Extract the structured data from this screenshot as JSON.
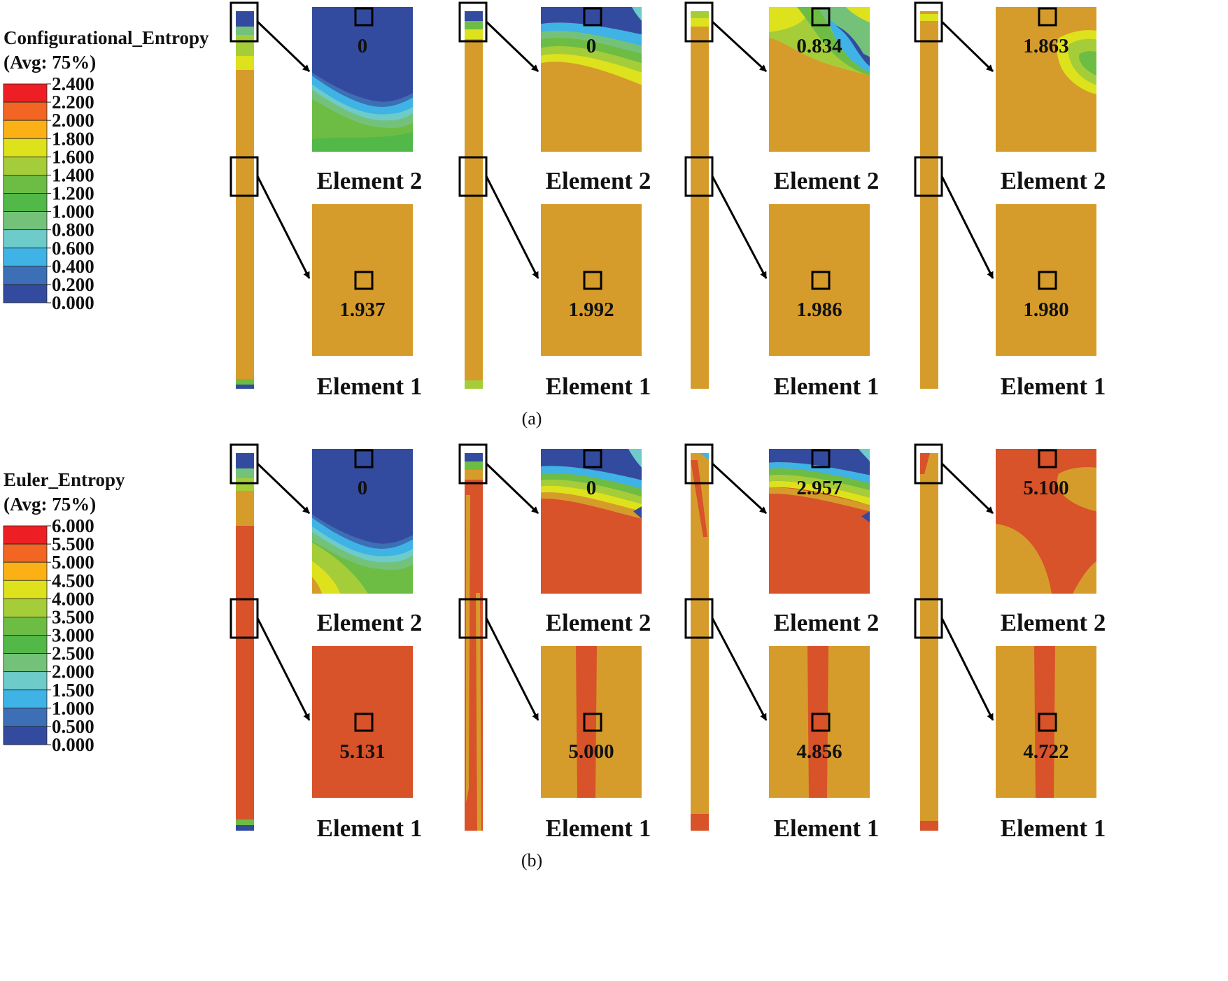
{
  "panels": [
    {
      "id": "a",
      "caption": "(a)",
      "legend": {
        "title": "Configurational_Entropy",
        "subtitle": "(Avg: 75%)",
        "ticks": [
          "2.400",
          "2.200",
          "2.000",
          "1.800",
          "1.600",
          "1.400",
          "1.200",
          "1.000",
          "0.800",
          "0.600",
          "0.400",
          "0.200",
          "0.000"
        ]
      },
      "columns": [
        {
          "element2": {
            "label": "Element 2",
            "value": "0"
          },
          "element1": {
            "label": "Element 1",
            "value": "1.937"
          }
        },
        {
          "element2": {
            "label": "Element 2",
            "value": "0"
          },
          "element1": {
            "label": "Element 1",
            "value": "1.992"
          }
        },
        {
          "element2": {
            "label": "Element 2",
            "value": "0.834"
          },
          "element1": {
            "label": "Element 1",
            "value": "1.986"
          }
        },
        {
          "element2": {
            "label": "Element 2",
            "value": "1.863"
          },
          "element1": {
            "label": "Element 1",
            "value": "1.980"
          }
        }
      ]
    },
    {
      "id": "b",
      "caption": "(b)",
      "legend": {
        "title": "Euler_Entropy",
        "subtitle": "(Avg: 75%)",
        "ticks": [
          "6.000",
          "5.500",
          "5.000",
          "4.500",
          "4.000",
          "3.500",
          "3.000",
          "2.500",
          "2.000",
          "1.500",
          "1.000",
          "0.500",
          "0.000"
        ]
      },
      "columns": [
        {
          "element2": {
            "label": "Element 2",
            "value": "0"
          },
          "element1": {
            "label": "Element 1",
            "value": "5.131"
          }
        },
        {
          "element2": {
            "label": "Element 2",
            "value": "0"
          },
          "element1": {
            "label": "Element 1",
            "value": "5.000"
          }
        },
        {
          "element2": {
            "label": "Element 2",
            "value": "2.957"
          },
          "element1": {
            "label": "Element 1",
            "value": "4.856"
          }
        },
        {
          "element2": {
            "label": "Element 2",
            "value": "5.100"
          },
          "element1": {
            "label": "Element 1",
            "value": "4.722"
          }
        }
      ]
    }
  ],
  "colors": {
    "scale": [
      "#ee1f24",
      "#f26522",
      "#fbb116",
      "#dde21c",
      "#a5cd39",
      "#6dbd45",
      "#52b848",
      "#74c27a",
      "#6dcbc9",
      "#3fb3e5",
      "#3c6fb6",
      "#334b9f"
    ],
    "gold": "#d69c2b",
    "red_orange": "#d8522a",
    "deep_blue": "#334b9f"
  }
}
